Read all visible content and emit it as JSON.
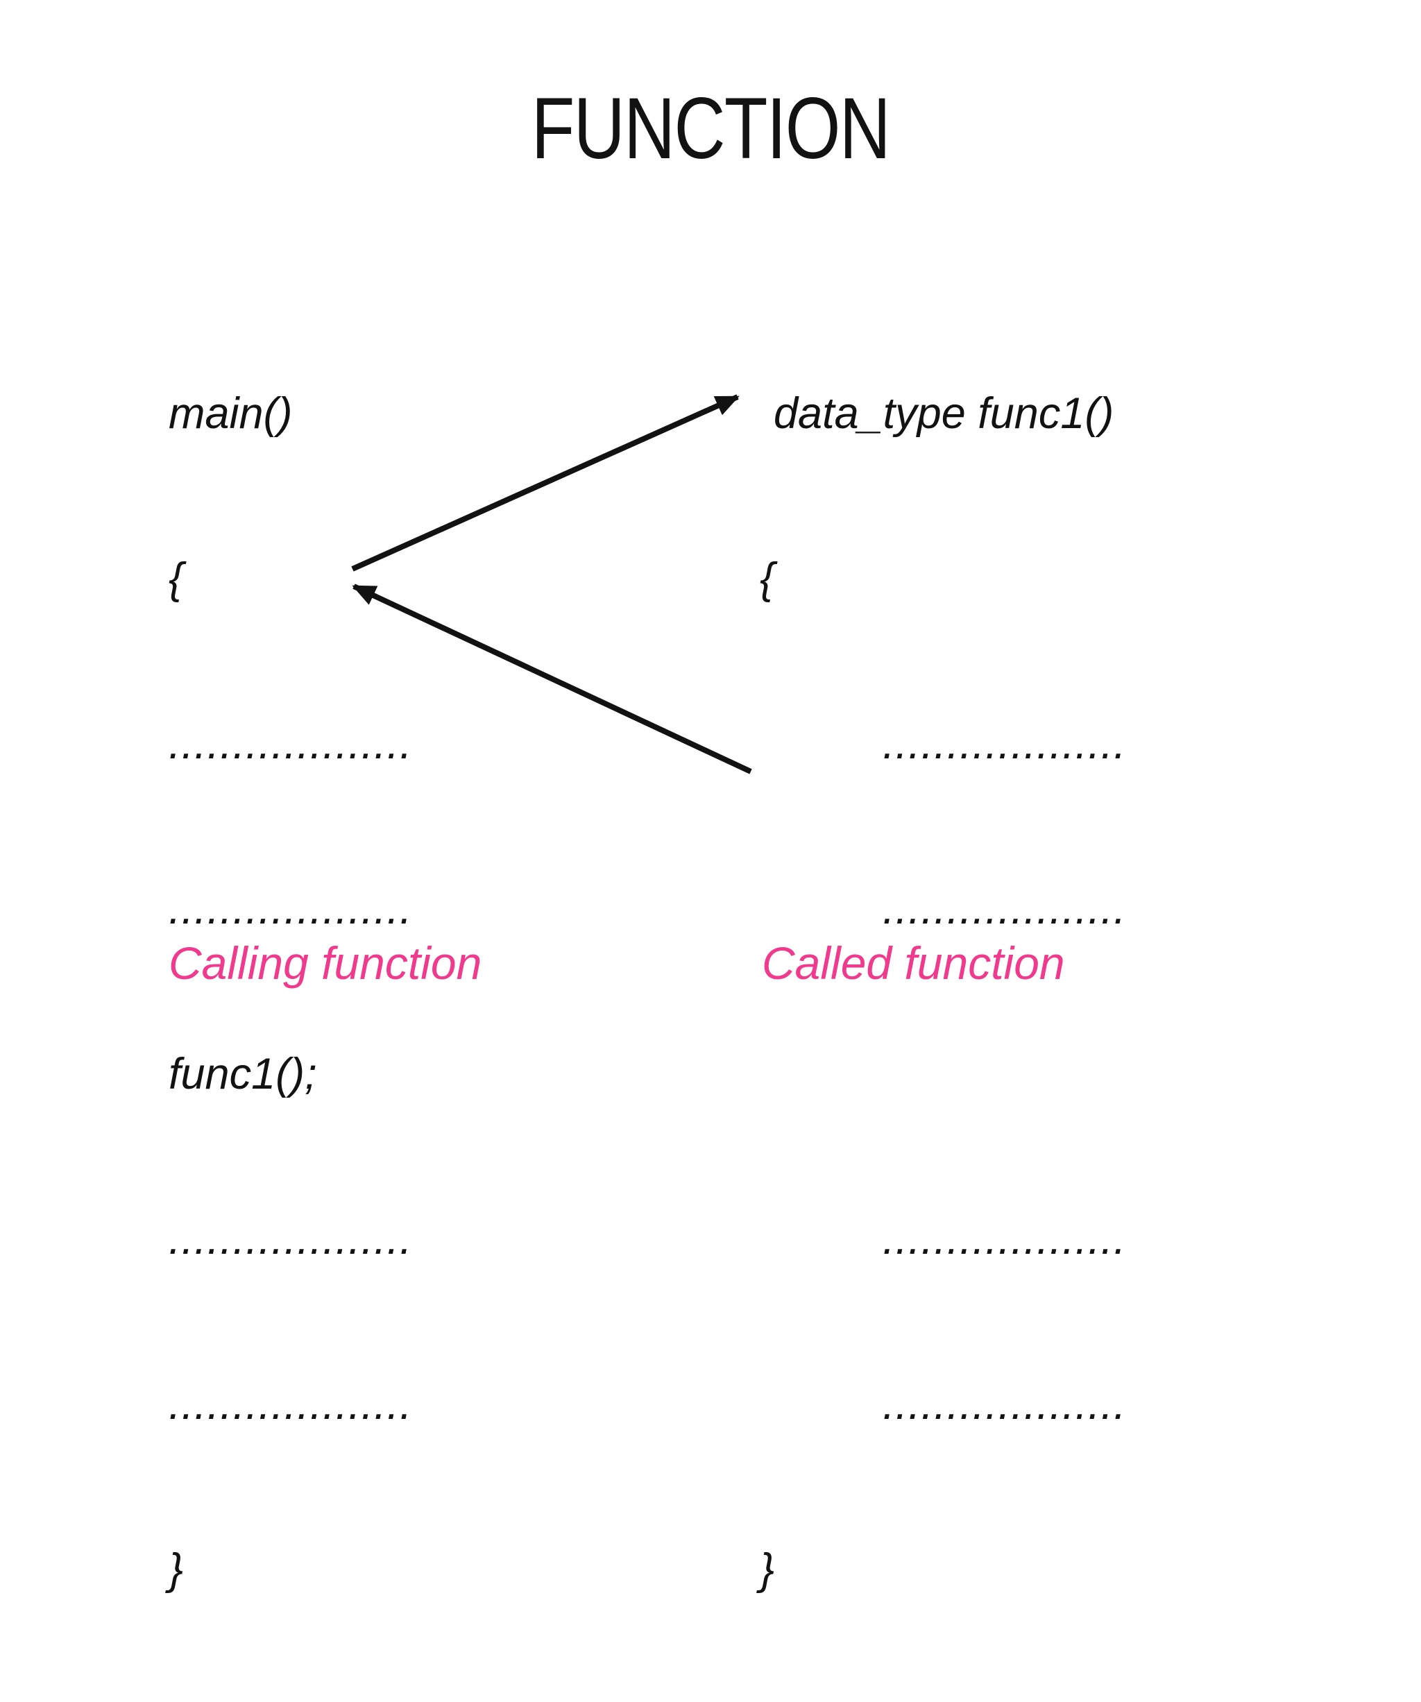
{
  "title": "FUNCTION",
  "calling_function": {
    "label": "Calling function",
    "lines": [
      "main()",
      "{",
      "...................",
      "...................",
      "func1();",
      "...................",
      "...................",
      "}"
    ]
  },
  "called_function": {
    "label": "Called function",
    "lines": [
      "data_type func1()",
      "{",
      "...................",
      "...................",
      "",
      "...................",
      "...................",
      "}"
    ]
  },
  "icons": {
    "call_arrow": "arrow-up-right",
    "return_arrow": "arrow-up-left"
  },
  "colors": {
    "ink": "#121212",
    "label_pink": "#EF3A8E"
  }
}
